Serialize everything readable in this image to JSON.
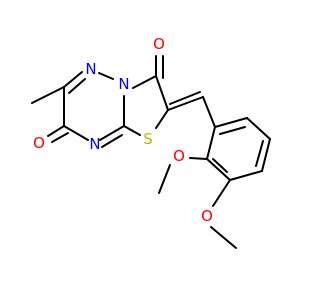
{
  "molecule": {
    "atoms": {
      "O_top": {
        "label": "O",
        "color": "#ff0000"
      },
      "O_left": {
        "label": "O",
        "color": "#ff0000"
      },
      "N_a": {
        "label": "N",
        "color": "#0000ff"
      },
      "N_b": {
        "label": "N",
        "color": "#0000ff"
      },
      "N_c": {
        "label": "N",
        "color": "#0000ff"
      },
      "S": {
        "label": "S",
        "color": "#b8b800"
      },
      "O_me1": {
        "label": "O",
        "color": "#ff0000"
      },
      "O_me2": {
        "label": "O",
        "color": "#ff0000"
      }
    },
    "bond_color": "#000000"
  }
}
